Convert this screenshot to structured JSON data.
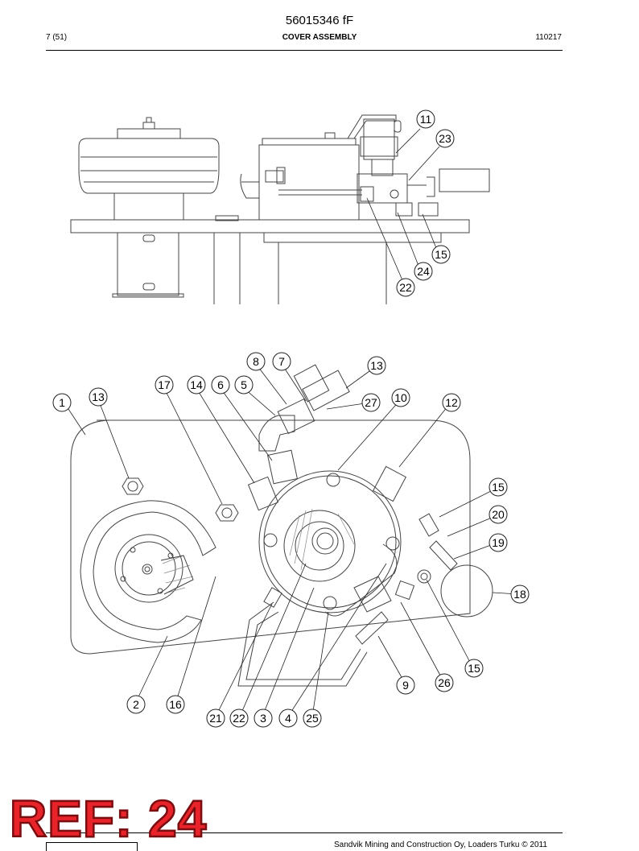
{
  "header": {
    "document_id": "56015346 fF",
    "page": "7 (51)",
    "title": "COVER ASSEMBLY",
    "code": "110217"
  },
  "side_view_callouts": [
    "11",
    "23",
    "15",
    "24",
    "22"
  ],
  "top_view_callouts": [
    "8",
    "7",
    "13",
    "17",
    "14",
    "6",
    "5",
    "27",
    "10",
    "1",
    "13",
    "12",
    "15",
    "20",
    "19",
    "18",
    "15",
    "9",
    "26",
    "2",
    "16",
    "21",
    "22",
    "3",
    "4",
    "25"
  ],
  "ref_stamp": "REF: 24",
  "footer": {
    "copyright": "Sandvik Mining and Construction Oy, Loaders Turku © 2011"
  }
}
